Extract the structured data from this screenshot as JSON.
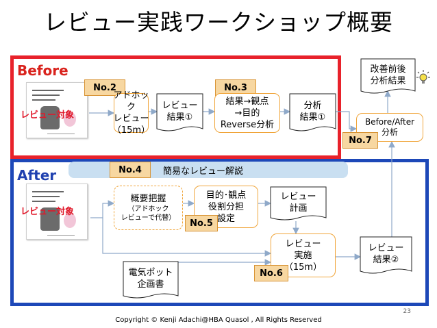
{
  "title": "レビュー実践ワークショップ概要",
  "before": {
    "label": "Before",
    "target_label": "レビュー対象",
    "tags": {
      "no2": "No.2",
      "no3": "No.3",
      "no7": "No.7"
    },
    "boxes": {
      "adhoc": "アドホック\nレビュー\n（15m）",
      "review_result1": "レビュー\n結果①",
      "reverse": "結果→観点\n→目的\nReverse分析",
      "analysis1": "分析\n結果①",
      "before_after": "Before/After\n分析"
    }
  },
  "improvement_doc": "改善前後\n分析結果",
  "after": {
    "label": "After",
    "target_label": "レビュー対象",
    "tags": {
      "no4": "No.4",
      "no5": "No.5",
      "no6": "No.6"
    },
    "banner": "簡易なレビュー解説",
    "boxes": {
      "overview": "概要把握",
      "overview_note": "（アドホック\nレビューで代替）",
      "role": "目的･観点\n役割分担\n設定",
      "plan": "レビュー\n計画",
      "execute": "レビュー\n実施\n（15m）",
      "result2": "レビュー\n結果②",
      "pot_doc": "電気ポット\n企画書"
    }
  },
  "footer": {
    "copyright": "Copyright ©  Kenji Adachi@HBA Quasol , All Rights Reserved",
    "page": "23"
  }
}
